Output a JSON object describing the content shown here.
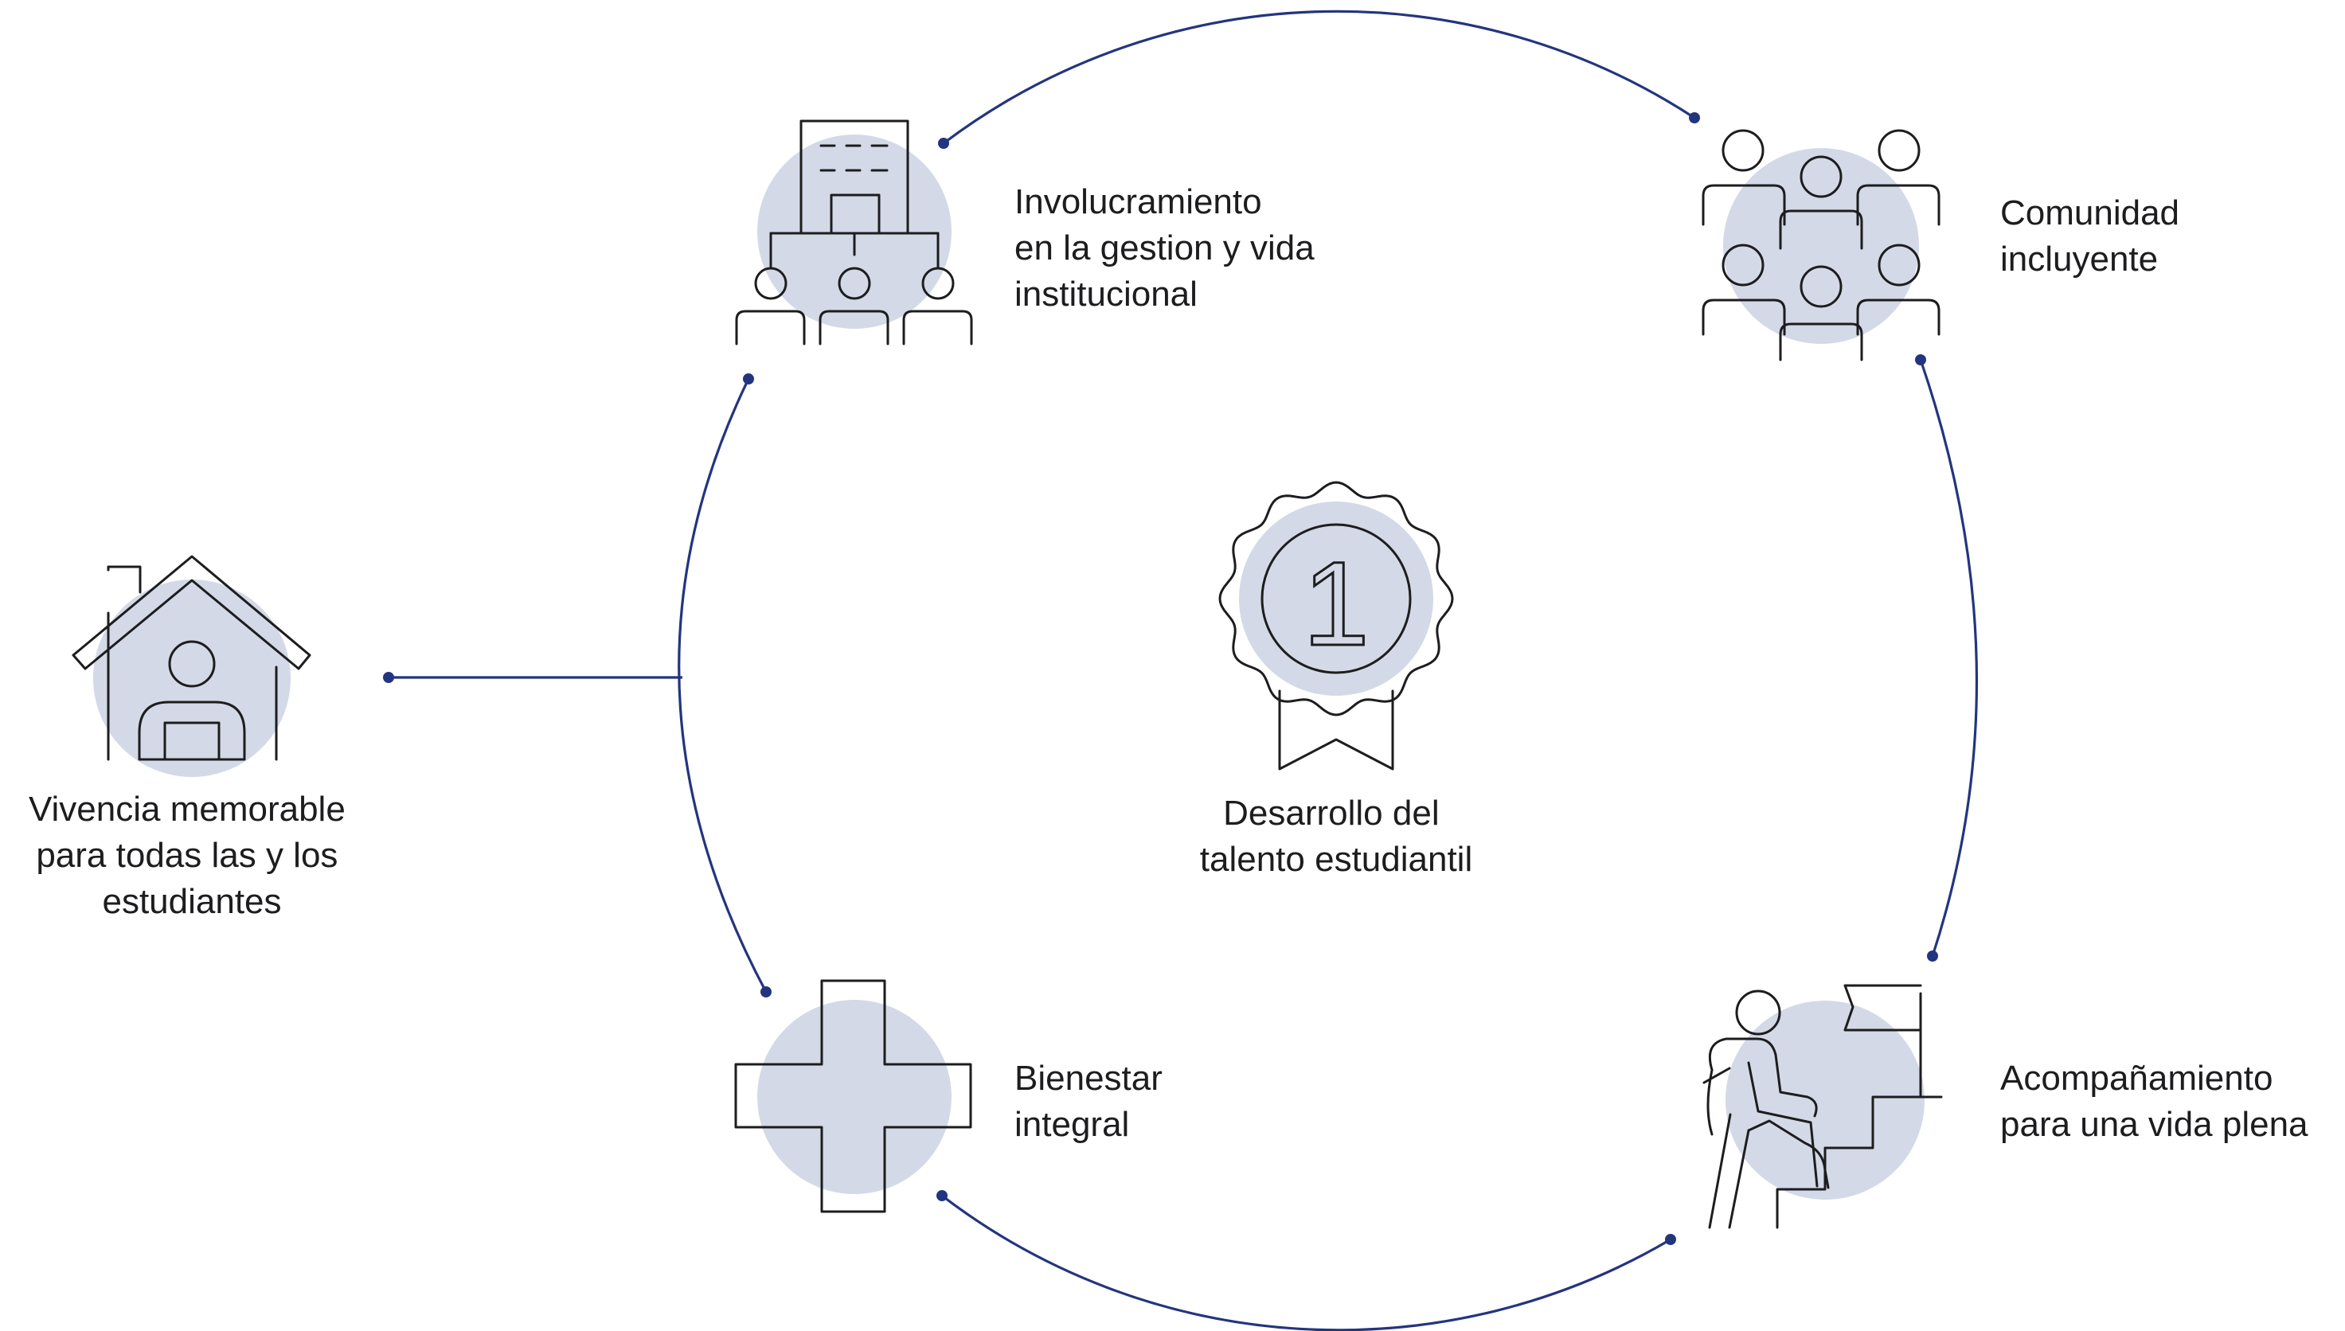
{
  "center": {
    "label_lines": [
      "Desarrollo del",
      "talento estudiantil"
    ],
    "badge_number": "1",
    "icon": "award-badge-icon"
  },
  "nodes": {
    "involucramiento": {
      "label_lines": [
        "Involucramiento",
        "en la gestion y vida",
        "institucional"
      ],
      "icon": "organization-chart-icon"
    },
    "comunidad": {
      "label_lines": [
        "Comunidad",
        "incluyente"
      ],
      "icon": "community-people-icon"
    },
    "acompanamiento": {
      "label_lines": [
        "Acompañamiento",
        "para una vida plena"
      ],
      "icon": "person-climbing-stairs-flag-icon"
    },
    "bienestar": {
      "label_lines": [
        "Bienestar",
        "integral"
      ],
      "icon": "health-cross-icon"
    },
    "vivencia": {
      "label_lines": [
        "Vivencia memorable",
        "para todas las y los",
        "estudiantes"
      ],
      "icon": "house-student-icon"
    }
  },
  "colors": {
    "ring": "#23357f",
    "blob": "#d4d9e7",
    "stroke": "#1d1d1f",
    "text": "#1d1d1f"
  }
}
